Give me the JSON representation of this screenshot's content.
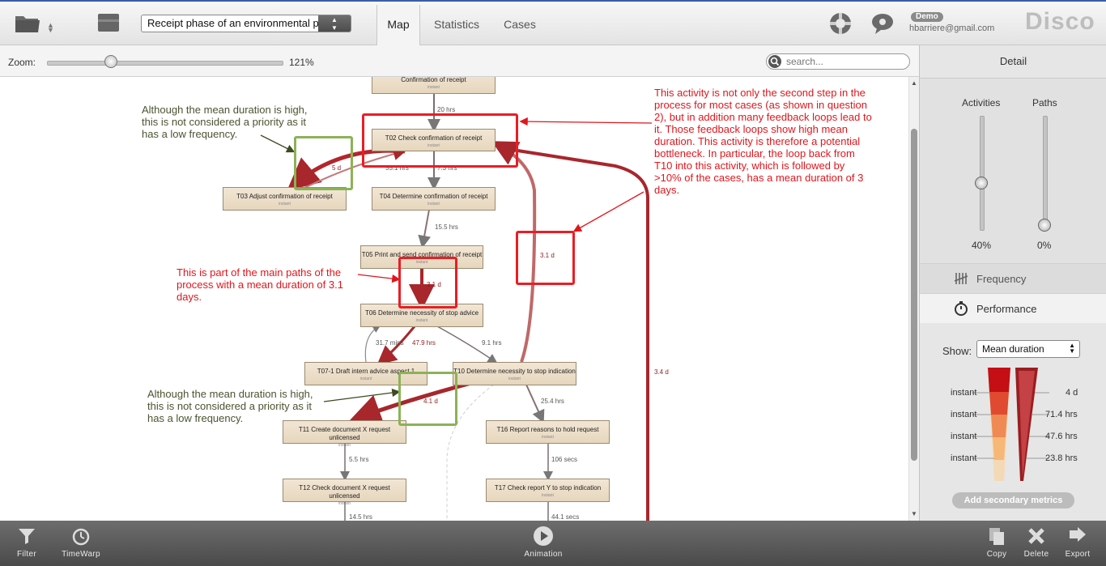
{
  "toolbar": {
    "dataset": "Receipt phase of an environmental permit application process",
    "tabs": [
      "Map",
      "Statistics",
      "Cases"
    ],
    "active_tab": "Map",
    "badge": "Demo",
    "user_email": "hbarriere@gmail.com",
    "logo": "Disco"
  },
  "zoom": {
    "label": "Zoom:",
    "value": "121%",
    "level": 0.27
  },
  "search": {
    "placeholder": "search..."
  },
  "map": {
    "nodes": [
      {
        "label": "Confirmation of receipt",
        "sub": "instant"
      },
      {
        "label": "T02 Check confirmation of receipt",
        "sub": "instant"
      },
      {
        "label": "T03 Adjust confirmation of receipt",
        "sub": "instant"
      },
      {
        "label": "T04 Determine confirmation of receipt",
        "sub": "instant"
      },
      {
        "label": "T05 Print and send confirmation of receipt",
        "sub": "instant"
      },
      {
        "label": "T06 Determine necessity of stop advice",
        "sub": "instant"
      },
      {
        "label": "T07-1 Draft intern advice aspect 1",
        "sub": "instant"
      },
      {
        "label": "T10 Determine necessity to stop indication",
        "sub": "instant"
      },
      {
        "label": "T11 Create document X request unlicensed",
        "sub": "instant"
      },
      {
        "label": "T16 Report reasons to hold request",
        "sub": "instant"
      },
      {
        "label": "T12 Check document X request unlicensed",
        "sub": "instant"
      },
      {
        "label": "T17 Check report Y to stop indication",
        "sub": "instant"
      }
    ],
    "edge_labels": [
      "20 hrs",
      "55.1 hrs",
      "7.3 hrs",
      "5 d",
      "15.5 hrs",
      "3.1 d",
      "3.1 d",
      "31.7 mins",
      "47.9 hrs",
      "9.1 hrs",
      "4.1 d",
      "3.4 d",
      "25.4 hrs",
      "5.5 hrs",
      "106 secs",
      "14.5 hrs",
      "44.1 secs"
    ],
    "annotations": {
      "bottleneck": "This activity is not only the second step in the process for most cases (as shown in question 2), but in addition many feedback loops lead to it. Those feedback loops show high mean duration. This activity is therefore a potential bottleneck. In particular, the loop back from T10 into this activity, which is followed by >10% of the cases, has a mean duration of 3 days.",
      "main_path": "This is part of the main paths of the process with a mean duration of 3.1 days.",
      "low_freq_1": "Although the mean duration is high, this is not considered a priority as it has a low frequency.",
      "low_freq_2": "Although the mean duration is high, this is not considered a priority as it has a low frequency."
    }
  },
  "detail": {
    "title": "Detail",
    "activities_label": "Activities",
    "paths_label": "Paths",
    "activities_value": "40%",
    "paths_value": "0%",
    "frequency_label": "Frequency",
    "performance_label": "Performance",
    "show_label": "Show:",
    "metric": "Mean duration",
    "scale_left": [
      "instant",
      "instant",
      "instant",
      "instant"
    ],
    "scale_right": [
      "4 d",
      "71.4 hrs",
      "47.6 hrs",
      "23.8 hrs"
    ],
    "add_metrics": "Add secondary metrics"
  },
  "bottombar": {
    "filter": "Filter",
    "timewarp": "TimeWarp",
    "animation": "Animation",
    "copy": "Copy",
    "delete": "Delete",
    "export": "Export"
  },
  "colors": {
    "accent_red": "#ec1c24",
    "accent_green": "#8cb256",
    "edge_red": "#b3262b"
  }
}
